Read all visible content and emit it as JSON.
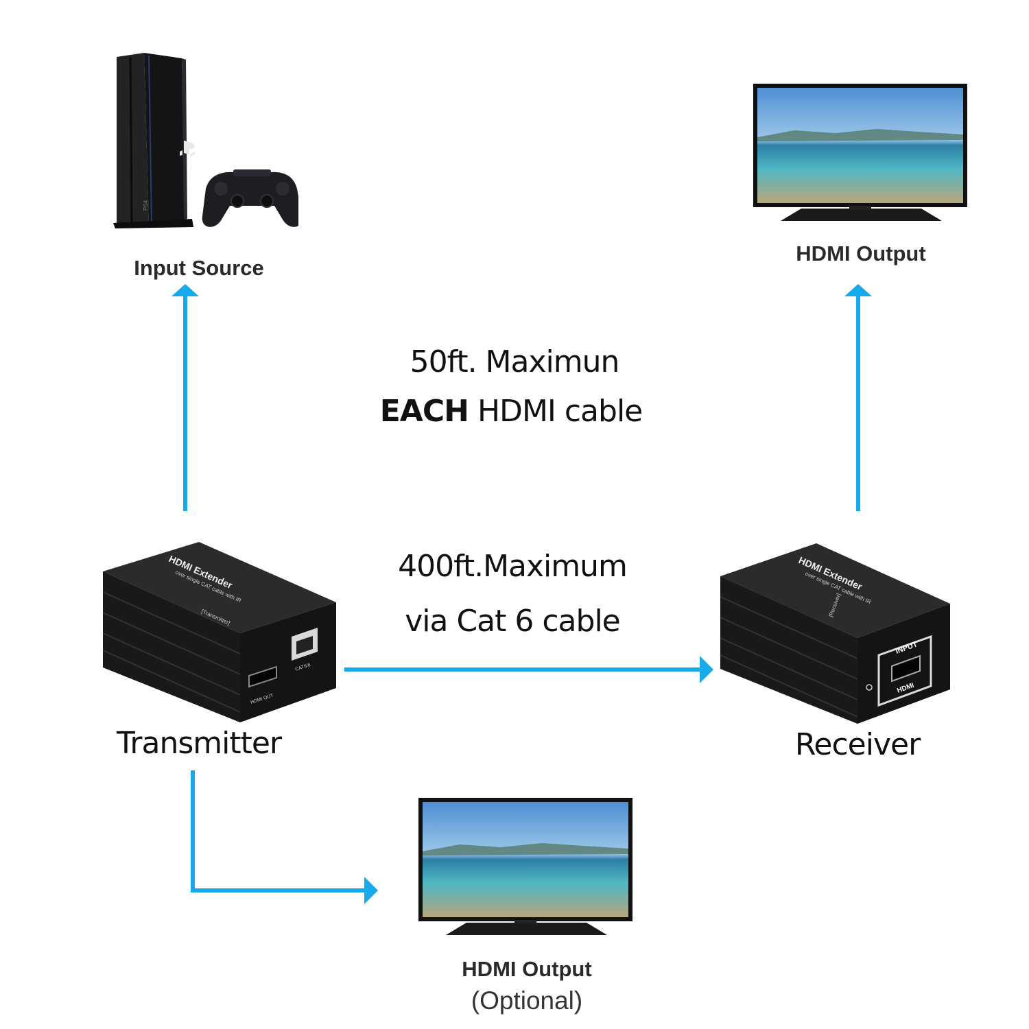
{
  "colors": {
    "arrow": "#16a9ec",
    "device": "#1c1c1e",
    "label": "#2a2a2a"
  },
  "nodes": {
    "input_source": {
      "label": "Input Source",
      "console_badge": "PS4"
    },
    "hdmi_output_top": {
      "label": "HDMI Output"
    },
    "transmitter": {
      "label": "Transmitter",
      "device_title": "HDMI Extender",
      "device_subtitle": "over single CAT cable with IR",
      "device_tag": "[Transmitter]",
      "port_hdmi": "HDMI OUT",
      "port_cat": "CAT5/6"
    },
    "receiver": {
      "label": "Receiver",
      "device_title": "HDMI Extender",
      "device_subtitle": "over single CAT cable with IR",
      "device_tag": "[Receiver]",
      "port_input": "INPUT",
      "port_hdmi": "HDMI"
    },
    "hdmi_output_bottom": {
      "label": "HDMI Output",
      "note": "(Optional)"
    }
  },
  "annotations": {
    "hdmi_limit": {
      "line1": "50ft. Maximun",
      "line2_bold": "EACH",
      "line2_rest": " HDMI cable"
    },
    "cat_limit": {
      "line1": "400ft.Maximum",
      "line2": "via Cat 6 cable"
    }
  }
}
